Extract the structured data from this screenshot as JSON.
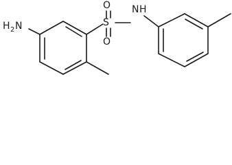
{
  "structure": {
    "labels": {
      "amino_main": "H",
      "amino_sub": "2",
      "amino_atom": "N",
      "sulfur": "S",
      "oxygen_top": "O",
      "oxygen_bottom": "O",
      "nh_n": "N",
      "nh_h": "H"
    }
  }
}
